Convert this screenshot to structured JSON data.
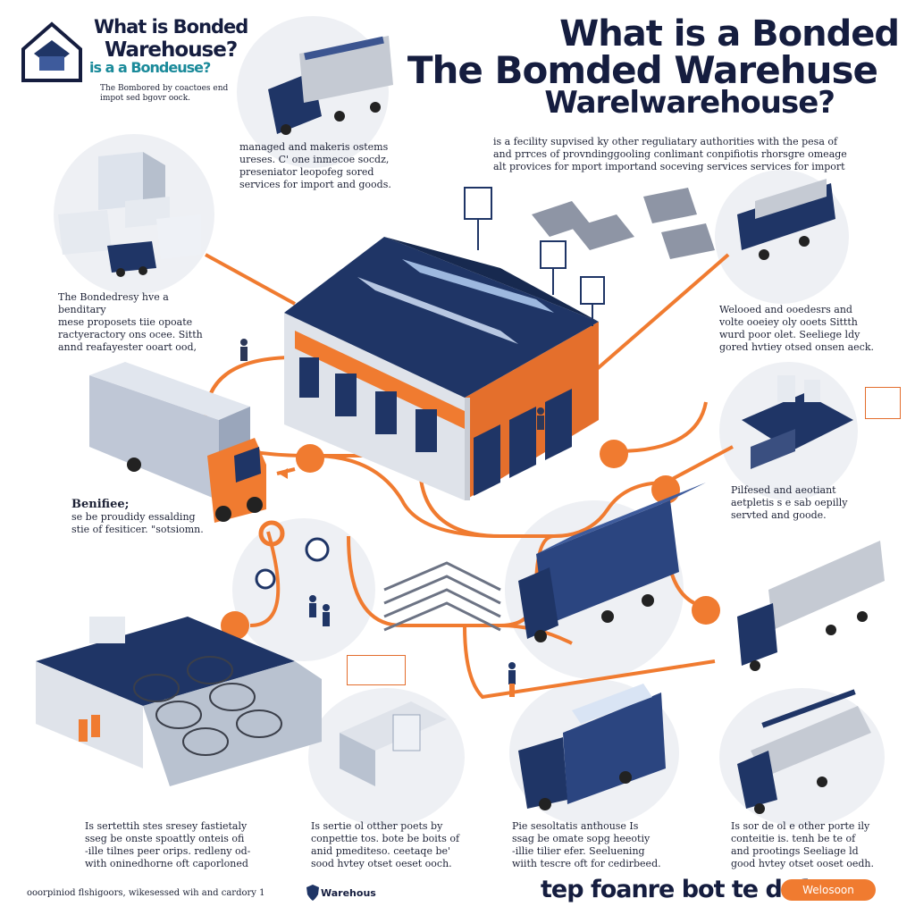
{
  "logo": {
    "title_line1": "What is Bonded",
    "title_line2": "Warehouse?",
    "subtitle": "is a a Bondeuse?",
    "caption_line1": "The Bombored by coactoes end",
    "caption_line2": "impot sed bgovr oock."
  },
  "header": {
    "line1": "What is a Bonded",
    "line2": "The Bomded Warehuse",
    "line3": "Warelwarehouse?"
  },
  "intro": {
    "line1": "is a fecility supvised ky other reguliatary authorities with the pesa of",
    "line2": "and prrces of provndinggooling conlimant conpifiotis rhorsgre omeage",
    "line3": "alt provices for mport importand soceving services services for import"
  },
  "blocks": {
    "top_left": [
      "managed and makeris ostems",
      "ureses. C' one inmecoe socdz,",
      "preseniator leopofeg sored",
      "services for import and goods."
    ],
    "mid_left": [
      "The Bondedresy hve a benditary",
      "mese proposets tiie opoate",
      "ractyeractory ons ocee. Sitth",
      "annd reafayester ooart ood,"
    ],
    "benefits_title": "Benifiee;",
    "benefits": [
      "se be proudidy essalding",
      "stie of fesiticer. \"sotsiomn."
    ],
    "right_upper": [
      "Welooed and ooedesrs and",
      "volte ooeiey oly ooets Sittth",
      "wurd poor olet. Seeliege ldy",
      "gored hvtiey otsed onsen aeck."
    ],
    "right_mid": [
      "Pilfesed and aeotiant",
      "aetpletis s e sab oepilly",
      "servted and goode."
    ],
    "bottom_1": [
      "Is sertettih stes sresey fastietaly",
      "sseg be onste spoattly onteis ofi",
      "-ille tilnes peer orips. redleny od-",
      "with oninedhorne oft caporloned"
    ],
    "bottom_2": [
      "Is sertie ol otther poets by",
      "conpettie tos. bote be boits of",
      "anid pmediteso. ceetaqe be'",
      "sood hvtey otset oeset ooch."
    ],
    "bottom_3": [
      "Pie sesoltatis anthouse Is",
      "ssag be omate sopg heeotiy",
      "-illie tilier efer. Seeluening",
      "wiith tescre oft for cedirbeed."
    ],
    "bottom_4": [
      "Is sor de ol e other porte ily",
      "conteitie is. tenh be te of",
      "and prootings Seeliage ld",
      "good hvtey otset ooset oedh."
    ]
  },
  "footer": {
    "left_text": "ooorpiniod flshigoors, wikesessed wih and cardory 1",
    "brand": "Warehous",
    "tagline": "tep foanre bot te daf",
    "button": "Welosoon"
  },
  "colors": {
    "navy": "#1f3566",
    "orange": "#f07b30",
    "light": "#eef0f4"
  }
}
